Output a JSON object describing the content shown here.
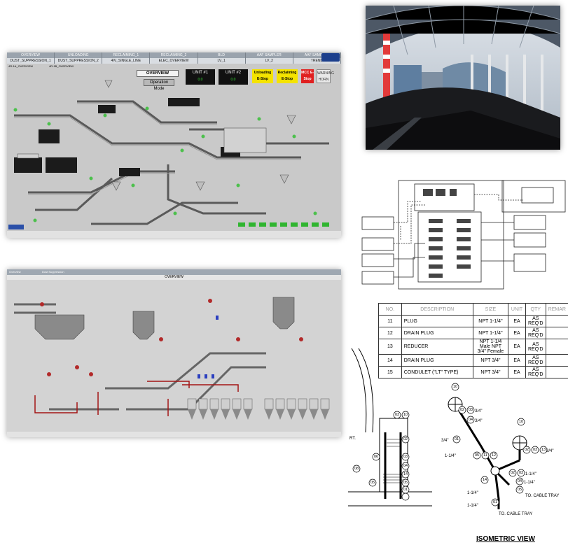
{
  "hmi_top": {
    "tabs": [
      {
        "line1": "OVERVIEW",
        "line2": "DUST_SUPPRESSION_1"
      },
      {
        "line1": "UNLOADING",
        "line2": "DUST_SUPPRESSION_2"
      },
      {
        "line1": "RECLAIMING_1",
        "line2": "4IV_SINGLE_LINE"
      },
      {
        "line1": "RECLAIMING_2",
        "line2": "ELEC_OVERVIEW"
      },
      {
        "line1": "BLD",
        "line2": "LV_1"
      },
      {
        "line1": "AAF SAMPLER",
        "line2": "LV_2"
      },
      {
        "line1": "AAF SAMPLER",
        "line2": "TREND"
      }
    ],
    "sub_left": "4R-1A_OVERVIEW",
    "sub_left2": "4R-1B_OVERVIEW",
    "overview_label": "OVERVIEW",
    "operation_mode": "Operation Mode",
    "unit1": {
      "label": "UNIT #1",
      "value": "0.0"
    },
    "unit2": {
      "label": "UNIT #2",
      "value": "0.0"
    },
    "unloading_stop": "Unloading E-Stop",
    "reclaiming_stop": "Reclaiming E-Stop",
    "mcc_stop": "MCC E-Stop",
    "warning_horn": "WARNING HORN"
  },
  "hmi_bottom": {
    "tab1": "Overview",
    "tab2": "Dust Suppression",
    "title": "OVERVIEW"
  },
  "parts_table": {
    "headers": [
      "NO.",
      "DESCRIPTION",
      "SIZE",
      "UNIT",
      "QTY",
      "REMAR"
    ],
    "rows": [
      [
        "11",
        "PLUG",
        "NPT 1-1/4\"",
        "EA",
        "AS REQ'D"
      ],
      [
        "12",
        "DRAIN PLUG",
        "NPT 1-1/4\"",
        "EA",
        "AS REQ'D"
      ],
      [
        "13",
        "REDUCER",
        "NPT 1-1/4 Male NPT 3/4\" Female",
        "EA",
        "AS REQ'D"
      ],
      [
        "14",
        "DRAIN PLUG",
        "NPT 3/4\"",
        "EA",
        "AS REQ'D"
      ],
      [
        "15",
        "CONDULET (\"LT\" TYPE)",
        "NPT 3/4\"",
        "EA",
        "AS REQ'D"
      ]
    ]
  },
  "isometric": {
    "title": "ISOMETRIC VIEW",
    "labels": {
      "a": "10",
      "b": "02",
      "c": "03",
      "d": "3/4\"",
      "e": "04",
      "f": "3/4\"",
      "g": "3/4\"",
      "h": "01",
      "i": "1-1/4\"",
      "j": "05",
      "k": "11",
      "l": "12",
      "m": "10",
      "n": "02",
      "o": "03",
      "p": "13",
      "q": "3/4\"",
      "r": "02",
      "s": "03",
      "t": "1-1/4\"",
      "u": "04",
      "v": "1-1/4\"",
      "w": "05",
      "x": "14",
      "y": "1-1/4\"",
      "z": "01",
      "tray1": "TO. CABLE TRAY",
      "tray2": "TO. CABLE TRAY",
      "ileft": "1-1/4\"",
      "side1": "03",
      "side2": "10",
      "side3": "02",
      "side4": "06",
      "side5": "08",
      "side6": "03",
      "side7": "04",
      "side8": "14",
      "side9": "05",
      "side10": "01",
      "side11": "05",
      "sidert": "RT."
    }
  },
  "colors": {
    "hmi_bg": "#c9c9c9",
    "estop_yellow": "#f4e300",
    "estop_red": "#e02020",
    "pipe_red": "#a31515"
  }
}
